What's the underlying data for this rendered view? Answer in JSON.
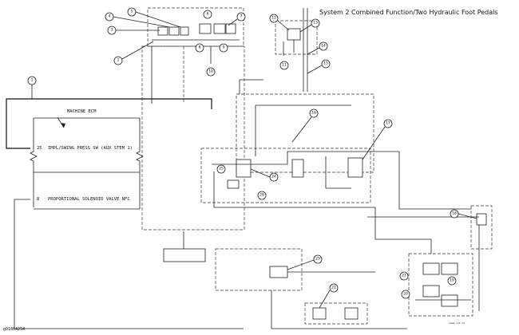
{
  "title": "System 2 Combined Function/Two Hydraulic Foot Pedals",
  "ecm": {
    "label": "MACHINE ECM",
    "pin_top": "25",
    "pin_top_text": "IMPL/SWING PRESS SW (AUX STEM 1)",
    "pin_bottom": "8",
    "pin_bottom_text": "PROPORTIONAL SOLENOID VALVE NFC"
  },
  "figure_id": "g01864254",
  "corner_note": "some-ref-id",
  "callouts": [
    "1",
    "2",
    "3",
    "4",
    "5",
    "6",
    "7",
    "8",
    "9",
    "10",
    "11",
    "12",
    "13",
    "14",
    "15",
    "16",
    "17",
    "18",
    "19",
    "20",
    "21",
    "22",
    "23",
    "24",
    "25",
    "26"
  ]
}
